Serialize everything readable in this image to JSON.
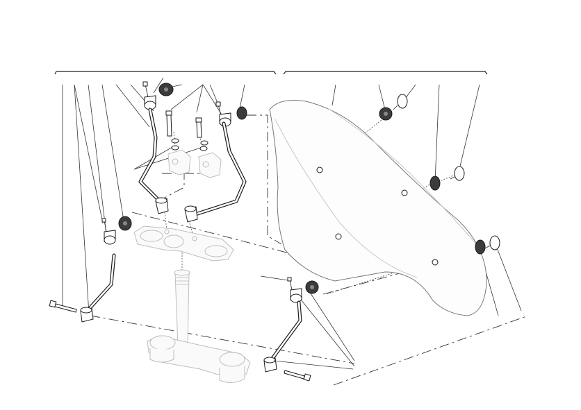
{
  "diagram": {
    "kind": "exploded-view parts diagram",
    "parts": [
      {
        "id": "windscreen",
        "icon": "windscreen-shield"
      },
      {
        "id": "mounting-bracket-left",
        "icon": "bent-rod"
      },
      {
        "id": "mounting-bracket-right",
        "icon": "bent-rod"
      },
      {
        "id": "mounting-bracket-lower",
        "icon": "bent-rod"
      },
      {
        "id": "rubber-grommet",
        "icon": "dark-washer"
      },
      {
        "id": "spacer",
        "icon": "white-cup"
      },
      {
        "id": "screw",
        "icon": "small-screw"
      },
      {
        "id": "long-bolt",
        "icon": "bolt"
      },
      {
        "id": "upper-triple-clamp",
        "icon": "ghost-clamp"
      },
      {
        "id": "lower-triple-clamp",
        "icon": "ghost-clamp"
      },
      {
        "id": "handlebar-riser",
        "icon": "ghost-riser"
      }
    ],
    "colors": {
      "ink": "#1a1a1a",
      "ghost": "#bdbdbd",
      "grommet": "#3c3c3c",
      "background": "#ffffff"
    }
  }
}
